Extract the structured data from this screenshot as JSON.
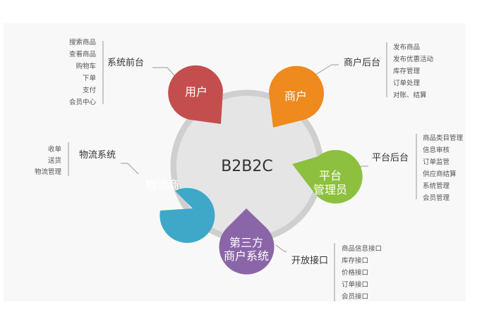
{
  "center_label": "B2B2C",
  "colors": {
    "ring": "#cfcfcf",
    "circle": "#e5e5e5",
    "line": "#999999",
    "users": "#c44e4e",
    "merchants": "#ef8a1e",
    "admin": "#8dc03f",
    "logistics": "#3fa8c9",
    "thirdparty": "#8a66a8"
  },
  "petals": {
    "users": {
      "name": "用户"
    },
    "merchants": {
      "name": "商户"
    },
    "admin": {
      "name_lines": [
        "平台",
        "管理员"
      ]
    },
    "logistics": {
      "name": "物流商"
    },
    "thirdparty": {
      "name_lines": [
        "第三方",
        "商户系统"
      ]
    }
  },
  "groups": {
    "frontend": {
      "title": "系统前台",
      "items": [
        "搜索商品",
        "查看商品",
        "购物车",
        "下单",
        "支付",
        "会员中心"
      ]
    },
    "merchant_backend": {
      "title": "商户后台",
      "items": [
        "发布商品",
        "发布优惠活动",
        "库存管理",
        "订单处理",
        "对账、结算"
      ]
    },
    "platform_backend": {
      "title": "平台后台",
      "items": [
        "商品类目管理",
        "信息审核",
        "订单监管",
        "供应商结算",
        "系统管理",
        "会员管理"
      ]
    },
    "logistics_system": {
      "title": "物流系统",
      "items": [
        "收单",
        "送货",
        "物流管理"
      ]
    },
    "open_api": {
      "title": "开放接口",
      "items": [
        "商品信息接口",
        "库存接口",
        "价格接口",
        "订单接口",
        "会员接口"
      ]
    }
  }
}
